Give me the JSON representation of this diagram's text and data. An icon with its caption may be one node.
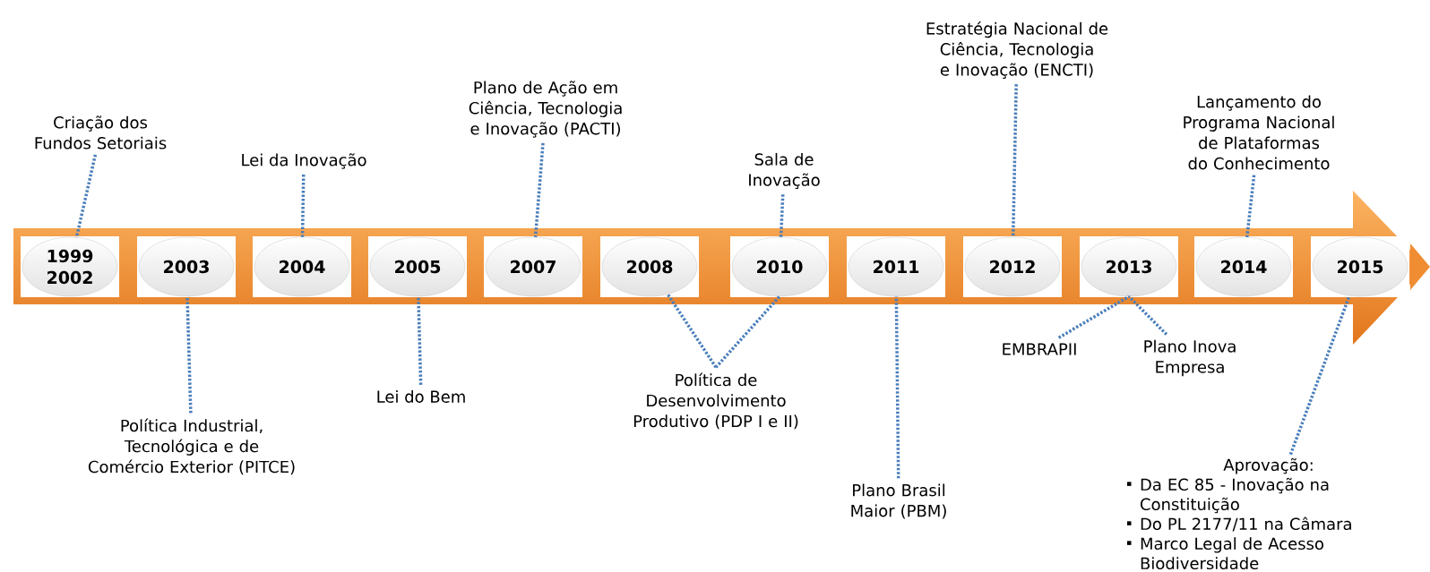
{
  "diagram": {
    "nodes": [
      {
        "text": [
          "1999 2002"
        ]
      },
      {
        "text": [
          "2003"
        ]
      },
      {
        "text": [
          "2004"
        ]
      },
      {
        "text": [
          "2005"
        ]
      },
      {
        "text": [
          "2007"
        ]
      },
      {
        "text": [
          "2008"
        ]
      },
      {
        "text": [
          "2010"
        ]
      },
      {
        "text": [
          "2011"
        ]
      },
      {
        "text": [
          "2012"
        ]
      },
      {
        "text": [
          "2013"
        ]
      },
      {
        "text": [
          "2014"
        ]
      },
      {
        "text": [
          "2015"
        ]
      },
      {
        "text": [
          "Criação dos Fundos Setoriais"
        ]
      },
      {
        "text": [
          "Lei da Inovação"
        ]
      },
      {
        "text": [
          "Plano de Ação em Ciência, Tecnologia e Inovação (PACTI)"
        ]
      },
      {
        "text": [
          "Sala de Inovação"
        ]
      },
      {
        "text": [
          "Estratégia Nacional de Ciência, Tecnologia e Inovação (ENCTI)"
        ]
      },
      {
        "text": [
          "Lançamento do Programa Nacional de Plataformas do Conhecimento"
        ]
      },
      {
        "text": [
          "Política Industrial, Tecnológica e de Comércio Exterior (PITCE)"
        ]
      },
      {
        "text": [
          "Lei do Bem"
        ]
      },
      {
        "text": [
          "Política de Desenvolvimento Produtivo (PDP I e II)"
        ]
      },
      {
        "text": [
          "Plano Brasil Maior (PBM)"
        ]
      },
      {
        "text": [
          "EMBRAPII"
        ]
      },
      {
        "text": [
          "Plano Inova Empresa"
        ]
      },
      {
        "text": [
          "Aprovação:",
          "Da EC 85 -  Inovação na Constituição",
          "Do PL 2177/11 na Câmara",
          "Marco Legal de Acesso Biodiversidade"
        ]
      }
    ],
    "edges": [
      {
        "from": 12,
        "to": 0,
        "arrow": "none"
      },
      {
        "from": 13,
        "to": 2,
        "arrow": "none"
      },
      {
        "from": 14,
        "to": 4,
        "arrow": "none"
      },
      {
        "from": 15,
        "to": 6,
        "arrow": "none"
      },
      {
        "from": 16,
        "to": 8,
        "arrow": "none"
      },
      {
        "from": 17,
        "to": 10,
        "arrow": "none"
      },
      {
        "from": 18,
        "to": 1,
        "arrow": "none"
      },
      {
        "from": 19,
        "to": 3,
        "arrow": "none"
      },
      {
        "from": 20,
        "to": 5,
        "arrow": "none"
      },
      {
        "from": 20,
        "to": 6,
        "arrow": "none"
      },
      {
        "from": 21,
        "to": 7,
        "arrow": "none"
      },
      {
        "from": 22,
        "to": 9,
        "arrow": "none"
      },
      {
        "from": 23,
        "to": 9,
        "arrow": "none"
      },
      {
        "from": 24,
        "to": 11,
        "arrow": "none"
      }
    ]
  }
}
